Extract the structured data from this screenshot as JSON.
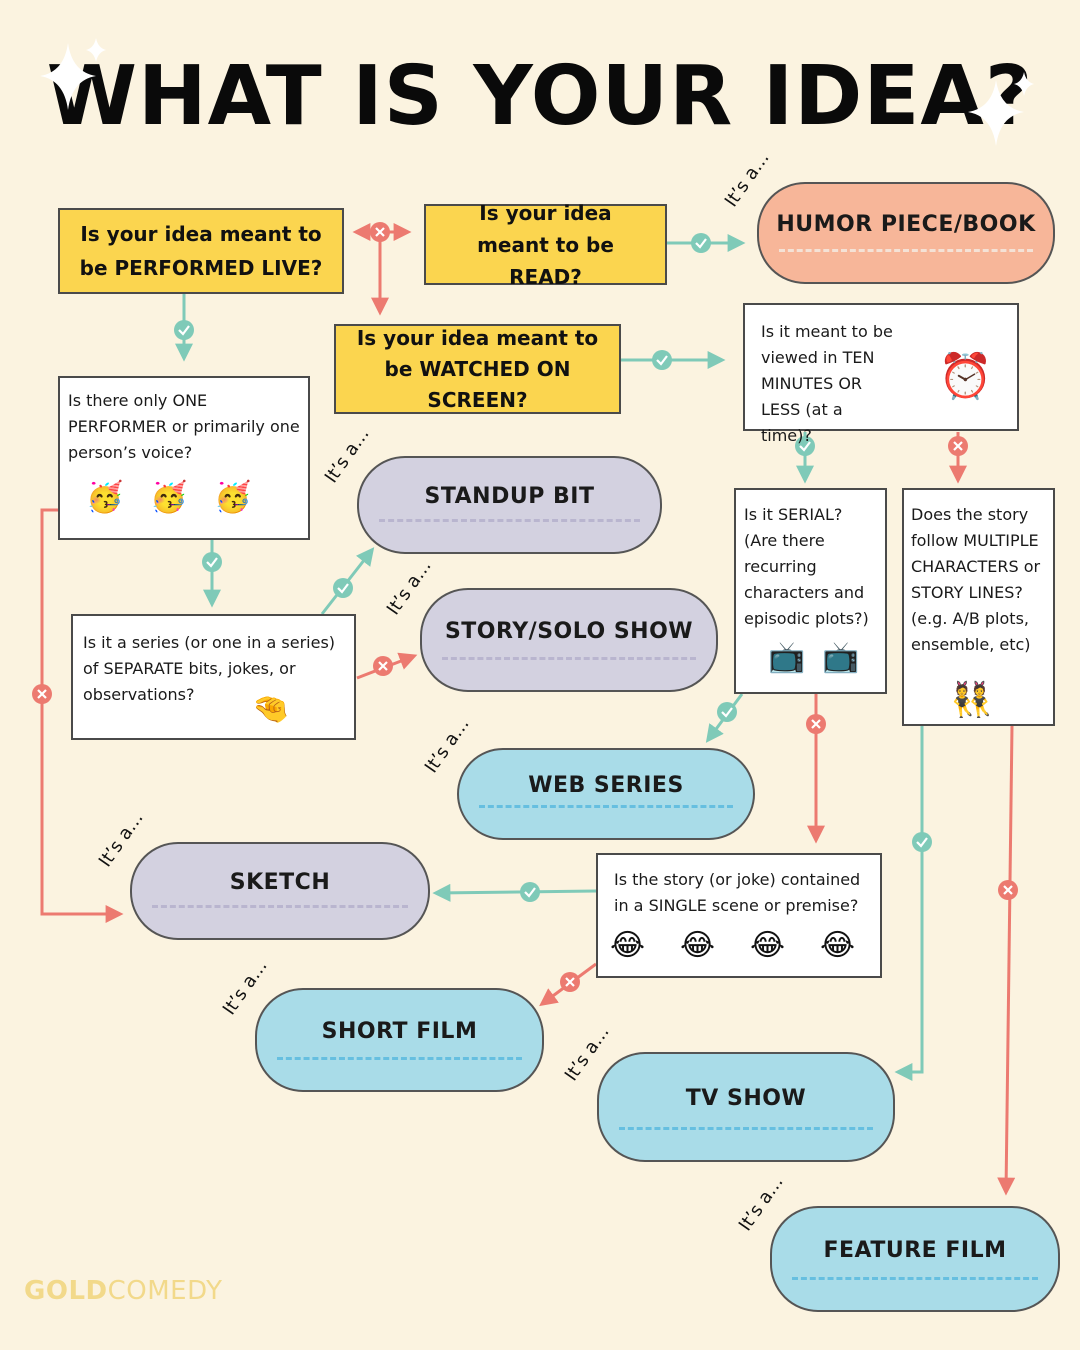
{
  "title": "WHAT IS YOUR IDEA?",
  "its_a": "It’s a…",
  "questions": {
    "performed_live": "Is your idea meant to be PERFORMED LIVE?",
    "read": "Is your idea meant to be READ?",
    "watched": "Is your idea meant to be WATCHED ON SCREEN?",
    "one_performer": "Is there only ONE PERFORMER or primarily one person’s voice?",
    "series_bits": "Is it a series (or one in a series) of SEPARATE bits, jokes, or observations?",
    "ten_minutes": "Is it meant to be viewed in TEN MINUTES OR LESS (at a time)?",
    "serial": "Is it SERIAL? (Are there recurring characters and episodic plots?)",
    "multiple": "Does the story follow MULTIPLE CHARACTERS or STORY LINES? (e.g. A/B plots, ensemble, etc)",
    "single_scene": "Is the story (or joke) contained in a SINGLE scene or premise?"
  },
  "outcomes": {
    "humor_piece": "HUMOR PIECE/BOOK",
    "standup": "STANDUP BIT",
    "story_solo": "STORY/SOLO SHOW",
    "web_series": "WEB SERIES",
    "sketch": "SKETCH",
    "short_film": "SHORT FILM",
    "tv_show": "TV SHOW",
    "feature_film": "FEATURE FILM"
  },
  "emojis": {
    "party": "🥳",
    "alarm": "⏰",
    "tv": "📺",
    "pinch": "🤏",
    "dancers": "👯",
    "laugh": "😂"
  },
  "logo": {
    "gold": "GOLD",
    "comedy": "COMEDY"
  },
  "colors": {
    "yes": "#7fcab8",
    "no": "#ec7a70",
    "question": "#fbd54f",
    "background": "#fbf3e0"
  }
}
